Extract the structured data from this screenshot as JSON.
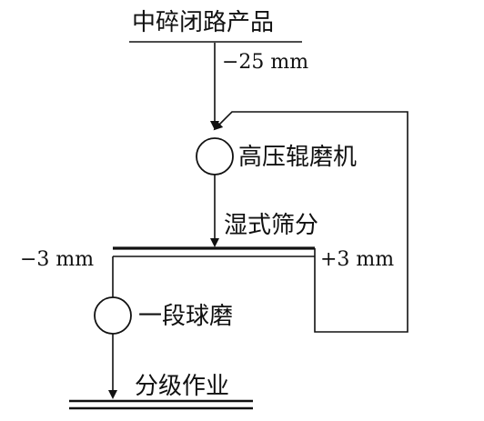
{
  "diagram": {
    "source_label": "中碎闭路产品",
    "feed_size": "−25 mm",
    "hpgr_label": "高压辊磨机",
    "screen_label": "湿式筛分",
    "undersize_label": "−3 mm",
    "oversize_label": "+3 mm",
    "ball_mill_label": "一段球磨",
    "classification_label": "分级作业",
    "line_color": "#111111"
  }
}
